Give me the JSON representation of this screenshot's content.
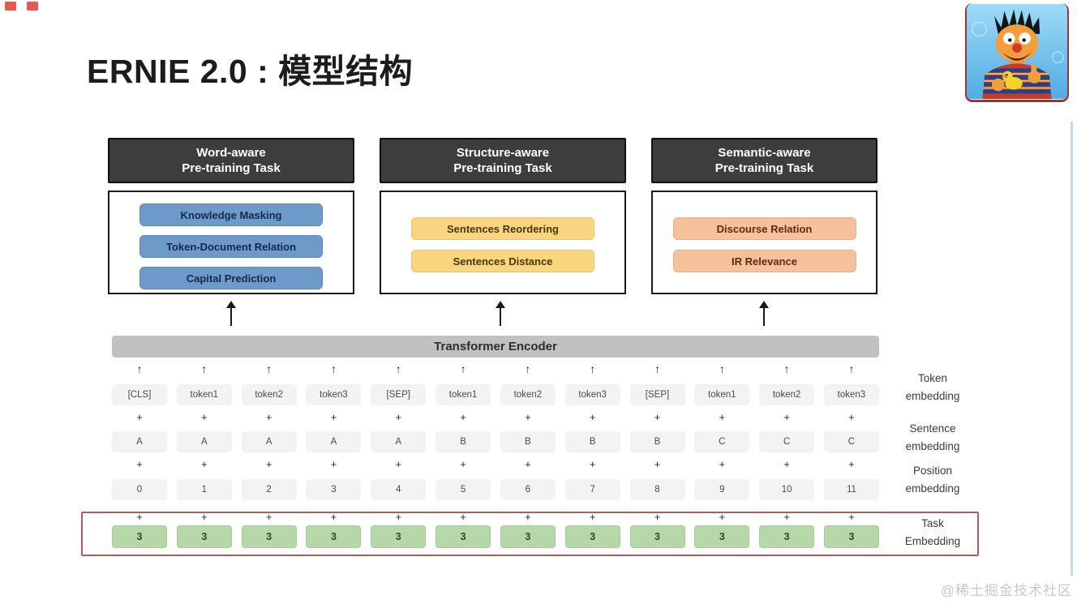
{
  "slide": {
    "title": "ERNIE 2.0 : 模型结构",
    "watermark": "@稀土掘金技术社区"
  },
  "glyphs": {
    "plus": "+",
    "arrow_up": "↑"
  },
  "pretraining_columns": [
    {
      "header_line1": "Word-aware",
      "header_line2": "Pre-training Task",
      "accent_color": "#6e9aca",
      "tasks": [
        "Knowledge Masking",
        "Token-Document Relation",
        "Capital Prediction"
      ]
    },
    {
      "header_line1": "Structure-aware",
      "header_line2": "Pre-training Task",
      "accent_color": "#f9d57f",
      "tasks": [
        "Sentences Reordering",
        "Sentences Distance"
      ]
    },
    {
      "header_line1": "Semantic-aware",
      "header_line2": "Pre-training Task",
      "accent_color": "#f5c19b",
      "tasks": [
        "Discourse Relation",
        "IR Relevance"
      ]
    }
  ],
  "encoder_label": "Transformer Encoder",
  "embedding_rows": {
    "token": {
      "label_line1": "Token",
      "label_line2": "embedding",
      "cells": [
        "[CLS]",
        "token1",
        "token2",
        "token3",
        "[SEP]",
        "token1",
        "token2",
        "token3",
        "[SEP]",
        "token1",
        "token2",
        "token3"
      ]
    },
    "sentence": {
      "label_line1": "Sentence",
      "label_line2": "embedding",
      "cells": [
        "A",
        "A",
        "A",
        "A",
        "A",
        "B",
        "B",
        "B",
        "B",
        "C",
        "C",
        "C"
      ]
    },
    "position": {
      "label_line1": "Position",
      "label_line2": "embedding",
      "cells": [
        "0",
        "1",
        "2",
        "3",
        "4",
        "5",
        "6",
        "7",
        "8",
        "9",
        "10",
        "11"
      ]
    },
    "task": {
      "label_line1": "Task",
      "label_line2": "Embedding",
      "cells": [
        "3",
        "3",
        "3",
        "3",
        "3",
        "3",
        "3",
        "3",
        "3",
        "3",
        "3",
        "3"
      ]
    }
  },
  "colors": {
    "header_bg": "#3d3d3d",
    "encoder_bar": "#c1c1c0",
    "task_cell_green": "#b6d7a8",
    "highlight_border": "#b25b58"
  }
}
